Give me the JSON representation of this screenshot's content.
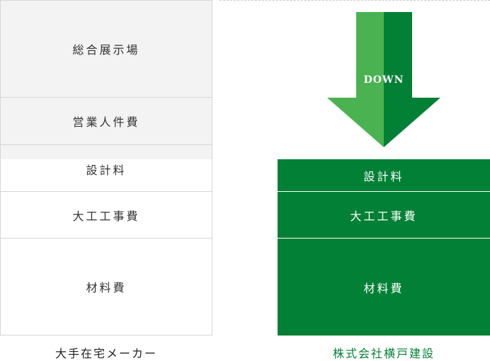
{
  "left": {
    "title": "大手在宅メーカー",
    "items": [
      "総合展示場",
      "営業人件費",
      "設計料",
      "大工工事費",
      "材料費"
    ]
  },
  "right": {
    "title": "株式会社横戸建設",
    "items": [
      "設計料",
      "大工工事費",
      "材料費"
    ]
  },
  "arrow": {
    "label": "DOWN"
  },
  "colors": {
    "green": "#028035",
    "light_green": "#4ab250"
  }
}
